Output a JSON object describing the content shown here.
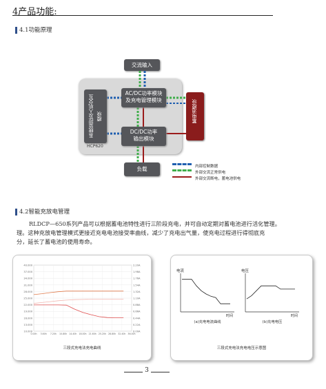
{
  "section": {
    "title": "4产品功能:"
  },
  "sub1": {
    "title": "4.1功能原理"
  },
  "diagram": {
    "ac_input": "交流输入",
    "acdc_line1": "AC/DC功率模块",
    "acdc_line2": "及充电管理模块",
    "monitor_line1": "系统监控及",
    "monitor_line2": "人机交互模块",
    "dcdc_line1": "DC/DC功率",
    "dcdc_line2": "输出模块",
    "battery": "蓄电池模块",
    "model": "HCP620",
    "load": "负载",
    "legend": [
      {
        "label": "内部控制数据",
        "color": "#1f5fb0"
      },
      {
        "label": "外部交流正常供电",
        "color": "#3fae4a"
      },
      {
        "label": "外部交流断电，蓄电池供电",
        "color": "#9b1b1b"
      }
    ]
  },
  "sub2": {
    "title": "4.2智能充放电管理"
  },
  "paragraph": {
    "line1": "RLDCP—650系列产品可以根据蓄电池特性进行三阶段充电，并可自动定期对蓄电池进行活化管理。",
    "line2": "理。这种充放电管理模式更接近充电电池接受率曲线，减少了充电出气量，使充电过程进行得彻底充",
    "line3": "分，延长了蓄电池的使用寿命。"
  },
  "chart_data": [
    {
      "type": "line",
      "title": "三段式充电法充电曲线",
      "y_left_ticks": [
        "40.000",
        "37.000",
        "34.000",
        "31.000",
        "28.000",
        "25.000",
        "22.000",
        "19.000",
        "16.000",
        "13.000",
        "10.000"
      ],
      "y_right_ticks": [
        "2.20A",
        "1.98A",
        "1.76A",
        "1.54A",
        "1.32A",
        "1.10A",
        "0.88A",
        "0.66A",
        "0.44A",
        "0.22A",
        "0.00A"
      ],
      "x_ticks": [
        "0.00h",
        "3.60h",
        "7.20h",
        "10.80h",
        "14.40h",
        "18.00h",
        "21.60h",
        "25.20h",
        "28.80h",
        "32.40h",
        "36.00h"
      ],
      "series": [
        {
          "color": "#e07a4a",
          "x": [
            0,
            3,
            6,
            9,
            12,
            15,
            18,
            21,
            24,
            27,
            30,
            33
          ],
          "y": [
            26.6,
            27.0,
            27.5,
            27.9,
            28.2,
            28.2,
            28.2,
            28.2,
            28.2,
            28.2,
            28.2,
            28.2
          ]
        },
        {
          "color": "#f2b6b0",
          "x": [
            0,
            3,
            6,
            9,
            12,
            15,
            18,
            21,
            24,
            27,
            30,
            33
          ],
          "y": [
            22.6,
            23.0,
            23.4,
            23.8,
            24.1,
            24.3,
            24.4,
            24.5,
            24.5,
            24.5,
            24.5,
            24.5
          ]
        },
        {
          "color": "#e05050",
          "x": [
            0,
            3,
            6,
            9,
            12,
            15,
            18,
            21,
            24,
            27,
            30,
            33
          ],
          "y": [
            21.9,
            21.9,
            21.9,
            21.9,
            21.8,
            20.0,
            18.5,
            17.5,
            16.6,
            16.2,
            16.1,
            16.1
          ]
        }
      ]
    },
    {
      "type": "line",
      "title": "三段式充电法充电电压示意图",
      "panels": [
        {
          "ylabel": "电流",
          "xlabel": "时间",
          "caption": "(a)充电电流曲线",
          "x": [
            0,
            1,
            2,
            3,
            4,
            5,
            6,
            7,
            8,
            9,
            10
          ],
          "y": [
            10,
            10,
            10,
            8,
            6.5,
            5.5,
            4.8,
            4.4,
            2.5,
            2.5,
            2.5
          ]
        },
        {
          "ylabel": "电压",
          "xlabel": "时间",
          "caption": "(b)充电电压",
          "x": [
            0,
            1,
            2,
            3,
            4,
            5,
            6,
            7,
            8,
            9,
            10
          ],
          "y": [
            4,
            5,
            6.5,
            8,
            8,
            8,
            8,
            7,
            7,
            7,
            7
          ]
        }
      ]
    }
  ],
  "page": {
    "number": "3"
  }
}
